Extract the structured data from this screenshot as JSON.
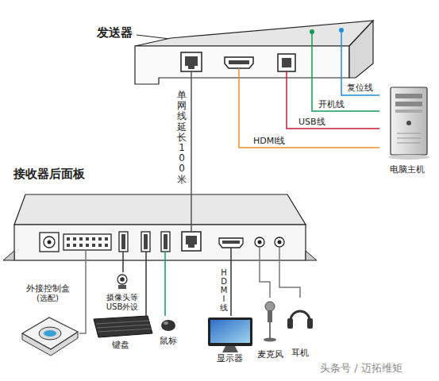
{
  "diagram": {
    "nodes": [
      {
        "text": [
          "发送器"
        ]
      },
      {
        "text": [
          "电脑主机"
        ]
      },
      {
        "text": [
          "接收器后面板"
        ]
      },
      {
        "text": [
          "外接控制盒",
          "(选配)"
        ]
      },
      {
        "text": [
          "摄像头等 USB外设"
        ]
      },
      {
        "text": [
          "键盘"
        ]
      },
      {
        "text": [
          "鼠标"
        ]
      },
      {
        "text": [
          "显示器"
        ]
      },
      {
        "text": [
          "麦克风"
        ]
      },
      {
        "text": [
          "耳机"
        ]
      }
    ],
    "edges": [
      {
        "from": 0,
        "to": 1,
        "label": "复位线",
        "arrow": "none"
      },
      {
        "from": 0,
        "to": 1,
        "label": "开机线",
        "arrow": "none"
      },
      {
        "from": 0,
        "to": 1,
        "label": "USB线",
        "arrow": "none"
      },
      {
        "from": 0,
        "to": 1,
        "label": "HDMI线",
        "arrow": "none"
      },
      {
        "from": 0,
        "to": 2,
        "label": "单网线延长100米",
        "arrow": "none"
      },
      {
        "from": 2,
        "to": 3,
        "arrow": "none"
      },
      {
        "from": 2,
        "to": 4,
        "arrow": "none"
      },
      {
        "from": 2,
        "to": 5,
        "arrow": "none"
      },
      {
        "from": 2,
        "to": 6,
        "arrow": "none"
      },
      {
        "from": 2,
        "to": 7,
        "label": "HDMI线",
        "arrow": "none"
      },
      {
        "from": 2,
        "to": 8,
        "arrow": "none"
      },
      {
        "from": 2,
        "to": 9,
        "arrow": "none"
      }
    ],
    "labels": [
      "头条号 / 迈拓维矩"
    ]
  }
}
